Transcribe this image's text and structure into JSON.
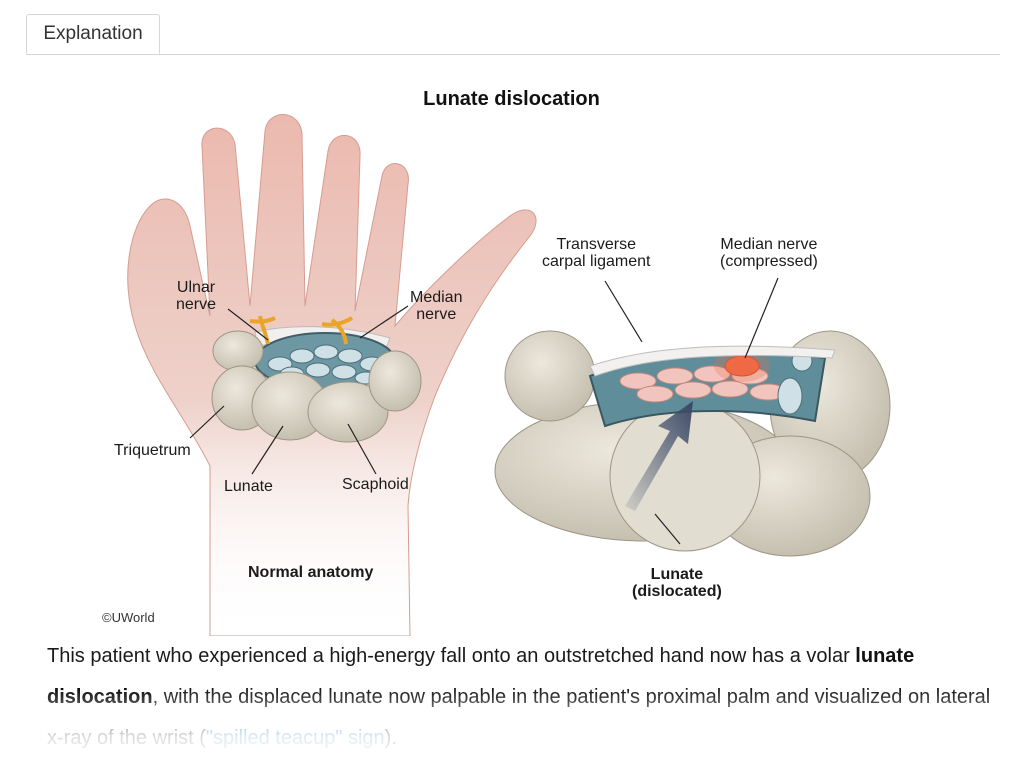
{
  "tabs": [
    {
      "label": "Explanation",
      "active": true
    }
  ],
  "figure": {
    "title": "Lunate dislocation",
    "left_caption": "Normal anatomy",
    "labels": {
      "ulnar_nerve": "Ulnar\nnerve",
      "median_nerve_left": "Median\nnerve",
      "triquetrum": "Triquetrum",
      "lunate": "Lunate",
      "scaphoid": "Scaphoid",
      "transverse_ligament": "Transverse\ncarpal ligament",
      "median_nerve_compressed": "Median nerve\n(compressed)",
      "lunate_dislocated": "Lunate\n(dislocated)"
    },
    "copyright": "©UWorld"
  },
  "explanation": {
    "intro": "This patient who experienced a high-energy fall onto an outstretched hand now has a volar ",
    "term": "lunate dislocation",
    "middle": ", with the displaced lunate now palpable in the patient's proximal palm and visualized on lateral x-ray of the wrist (",
    "link": "\"spilled teacup\" sign",
    "end": ")."
  },
  "colors": {
    "link": "#1f7fc0",
    "nerve": "#e8a52a",
    "bone": "#d9d4c7",
    "skin": "#e9b3a8",
    "tendon": "#a9cdd6",
    "arrow": "#3b4a66"
  }
}
